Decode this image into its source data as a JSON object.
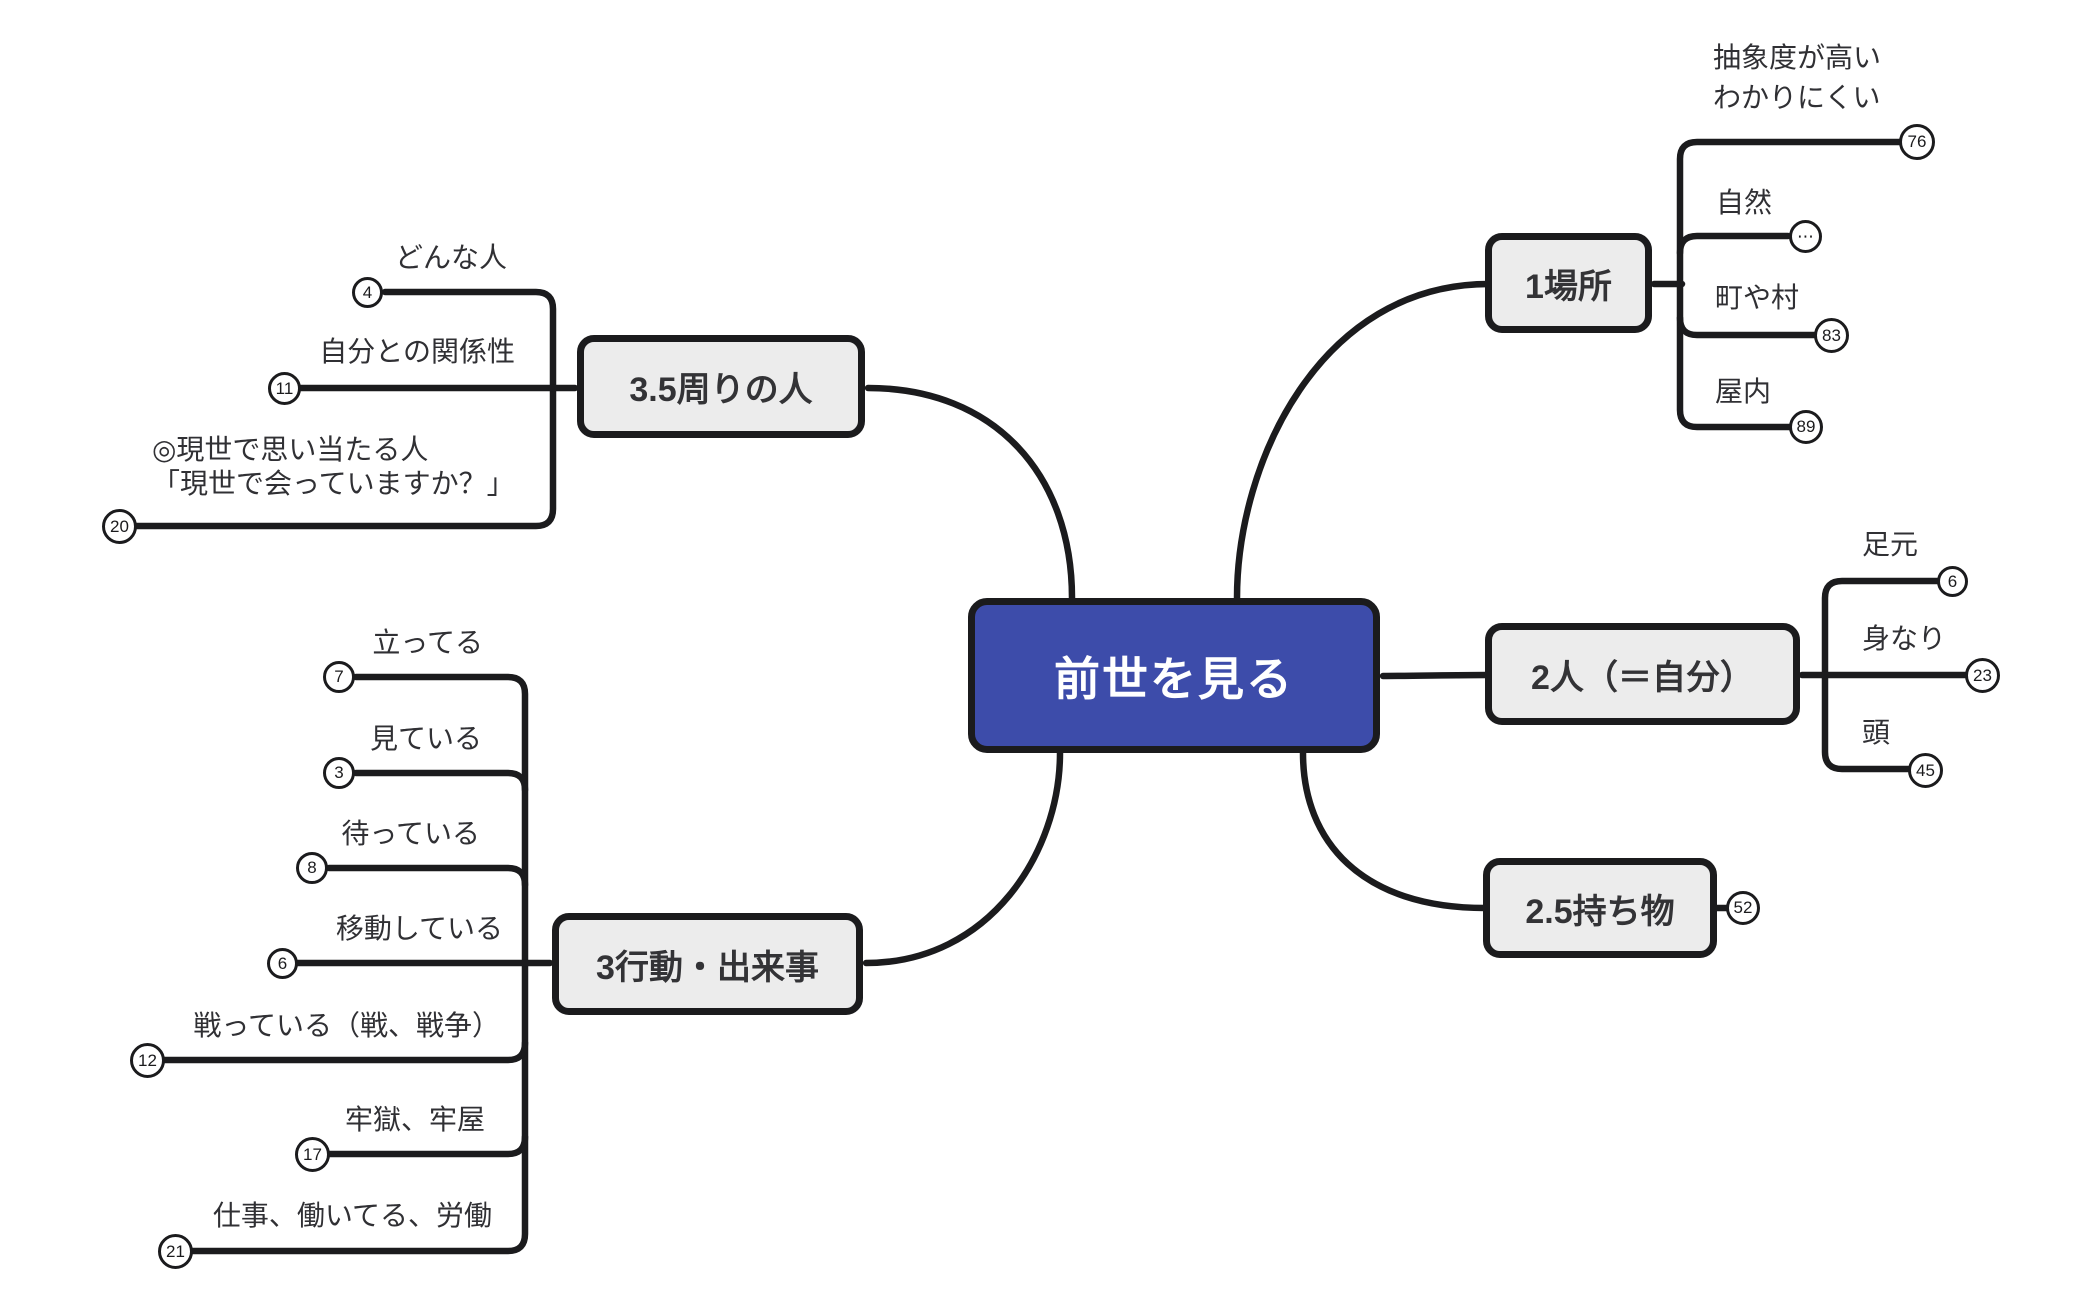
{
  "root": {
    "label": "前世を見る"
  },
  "branches": [
    {
      "label": "1場所",
      "children": [
        {
          "label": "抽象度が高い\nわかりにくい",
          "badge": "76"
        },
        {
          "label": "自然",
          "badge": "⋯"
        },
        {
          "label": "町や村",
          "badge": "83"
        },
        {
          "label": "屋内",
          "badge": "89"
        }
      ]
    },
    {
      "label": "2人（＝自分）",
      "children": [
        {
          "label": "足元",
          "badge": "6"
        },
        {
          "label": "身なり",
          "badge": "23"
        },
        {
          "label": "頭",
          "badge": "45"
        }
      ]
    },
    {
      "label": "2.5持ち物",
      "badge": "52",
      "children": []
    },
    {
      "label": "3.5周りの人",
      "children": [
        {
          "label": "どんな人",
          "badge": "4"
        },
        {
          "label": "自分との関係性",
          "badge": "11"
        },
        {
          "label": "◎現世で思い当たる人\n「現世で会っていますか？」",
          "badge": "20"
        }
      ]
    },
    {
      "label": "3行動・出来事",
      "children": [
        {
          "label": "立ってる",
          "badge": "7"
        },
        {
          "label": "見ている",
          "badge": "3"
        },
        {
          "label": "待っている",
          "badge": "8"
        },
        {
          "label": "移動している",
          "badge": "6"
        },
        {
          "label": "戦っている（戦、戦争）",
          "badge": "12"
        },
        {
          "label": "牢獄、牢屋",
          "badge": "17"
        },
        {
          "label": "仕事、働いてる、労働",
          "badge": "21"
        }
      ]
    }
  ],
  "colors": {
    "root_fill": "#3d4caa",
    "node_fill": "#ececec",
    "line": "#1b1b1d",
    "background": "#ffffff"
  }
}
